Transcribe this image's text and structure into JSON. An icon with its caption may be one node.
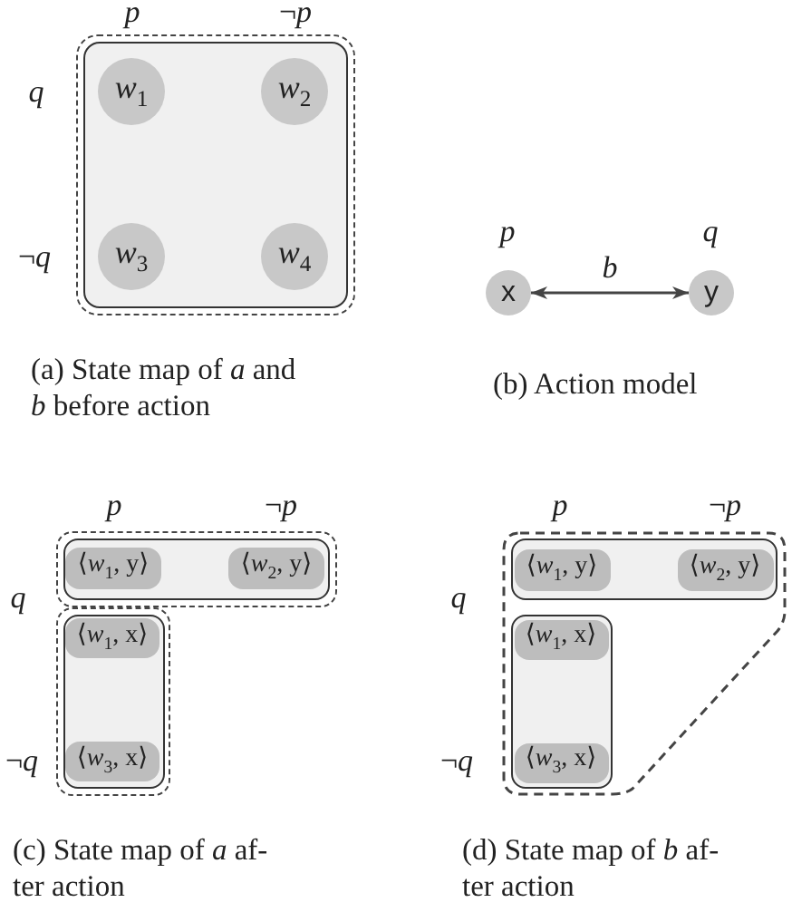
{
  "diagram": {
    "nodes": [
      {
        "text": [],
        "shape": "box"
      },
      {
        "text": [],
        "shape": "box",
        "in": 0
      },
      {
        "text": [
          "*w*$_{1}$"
        ],
        "in": 1
      },
      {
        "text": [
          "*w*$_{2}$"
        ],
        "in": 1
      },
      {
        "text": [
          "*w*$_{3}$"
        ],
        "in": 1
      },
      {
        "text": [
          "*w*$_{4}$"
        ],
        "in": 1
      },
      {
        "text": [
          "x"
        ],
        "beside": [
          "p"
        ]
      },
      {
        "text": [
          "y"
        ],
        "beside": [
          "q"
        ]
      },
      {
        "text": [],
        "shape": "box"
      },
      {
        "text": [],
        "shape": "box",
        "in": 8
      },
      {
        "text": [
          "⟨*w*$_{1}$, y⟩"
        ],
        "in": 9
      },
      {
        "text": [
          "⟨*w*$_{2}$, y⟩"
        ],
        "in": 9
      },
      {
        "text": [],
        "shape": "box"
      },
      {
        "text": [],
        "shape": "box",
        "in": 12
      },
      {
        "text": [
          "⟨*w*$_{1}$, x⟩"
        ],
        "in": 13
      },
      {
        "text": [
          "⟨*w*$_{3}$, x⟩"
        ],
        "in": 13
      },
      {
        "text": [],
        "shape": "polygon"
      },
      {
        "text": [],
        "shape": "box",
        "in": 16
      },
      {
        "text": [
          "⟨*w*$_{1}$, y⟩"
        ],
        "in": 17
      },
      {
        "text": [
          "⟨*w*$_{2}$, y⟩"
        ],
        "in": 17
      },
      {
        "text": [],
        "shape": "box",
        "in": 16
      },
      {
        "text": [
          "⟨*w*$_{1}$, x⟩"
        ],
        "in": 20
      },
      {
        "text": [
          "⟨*w*$_{3}$, x⟩"
        ],
        "in": 20
      }
    ],
    "edges": [
      {
        "from": 6,
        "to": 7,
        "arrow": "both",
        "label": "b"
      }
    ],
    "labels": [
      "p",
      "¬*p*",
      "q",
      "¬*q*",
      "(a) State map of *a* and *b* before action",
      "(b) Action model",
      "p",
      "¬*p*",
      "q",
      "¬*q*",
      "(c) State map of *a* af- ter action",
      "p",
      "¬*p*",
      "q",
      "¬*q*",
      "(d) State map of *b* af- ter action"
    ]
  }
}
